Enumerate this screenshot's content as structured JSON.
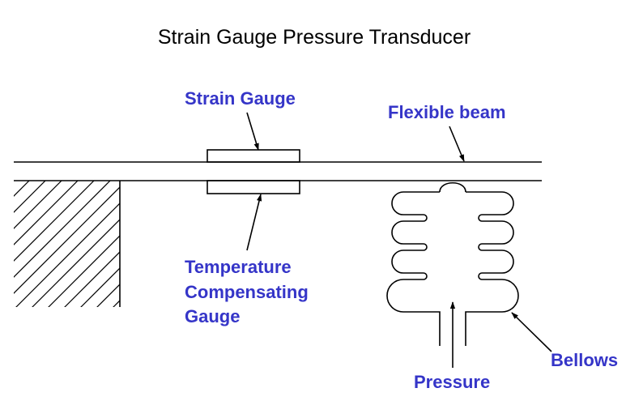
{
  "title": "Strain Gauge Pressure Transducer",
  "label_color": "#3535c8",
  "line_color": "#000000",
  "labels": {
    "strain_gauge": "Strain Gauge",
    "flexible_beam": "Flexible beam",
    "temperature_gauge_line1": "Temperature",
    "temperature_gauge_line2": "Compensating",
    "temperature_gauge_line3": "Gauge",
    "bellows": "Bellows",
    "pressure": "Pressure"
  }
}
